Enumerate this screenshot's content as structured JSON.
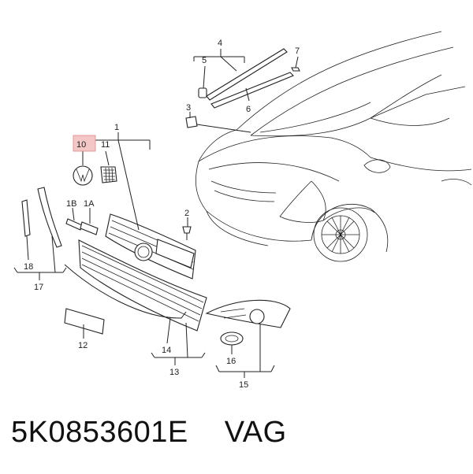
{
  "callouts": {
    "c1": "1",
    "c1a": "1A",
    "c1b": "1B",
    "c2": "2",
    "c3": "3",
    "c4": "4",
    "c5": "5",
    "c6": "6",
    "c7": "7",
    "c10": "10",
    "c11": "11",
    "c12": "12",
    "c13": "13",
    "c14": "14",
    "c15": "15",
    "c16": "16",
    "c17": "17",
    "c18": "18"
  },
  "highlight_color": "#f4c7c7",
  "caption": {
    "part_number": "5K0853601E",
    "brand": "VAG"
  }
}
